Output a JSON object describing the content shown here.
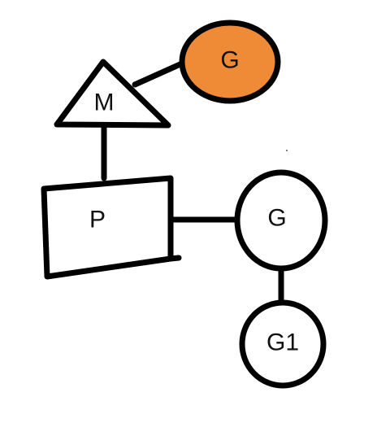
{
  "diagram": {
    "nodes": [
      {
        "id": "m",
        "label": "M",
        "shape": "triangle"
      },
      {
        "id": "g_running",
        "label": "G",
        "shape": "ellipse",
        "fill": "#ef8a37"
      },
      {
        "id": "p",
        "label": "P",
        "shape": "quadrilateral"
      },
      {
        "id": "g_queued",
        "label": "G",
        "shape": "circle",
        "fill": "#ffffff"
      },
      {
        "id": "g1",
        "label": "G1",
        "shape": "circle",
        "fill": "#ffffff"
      }
    ],
    "edges": [
      {
        "from": "m",
        "to": "g_running"
      },
      {
        "from": "m",
        "to": "p"
      },
      {
        "from": "p",
        "to": "g_queued"
      },
      {
        "from": "g_queued",
        "to": "g1"
      }
    ],
    "colors": {
      "stroke": "#000000",
      "running_fill": "#ef8a37",
      "idle_fill": "#ffffff"
    }
  }
}
